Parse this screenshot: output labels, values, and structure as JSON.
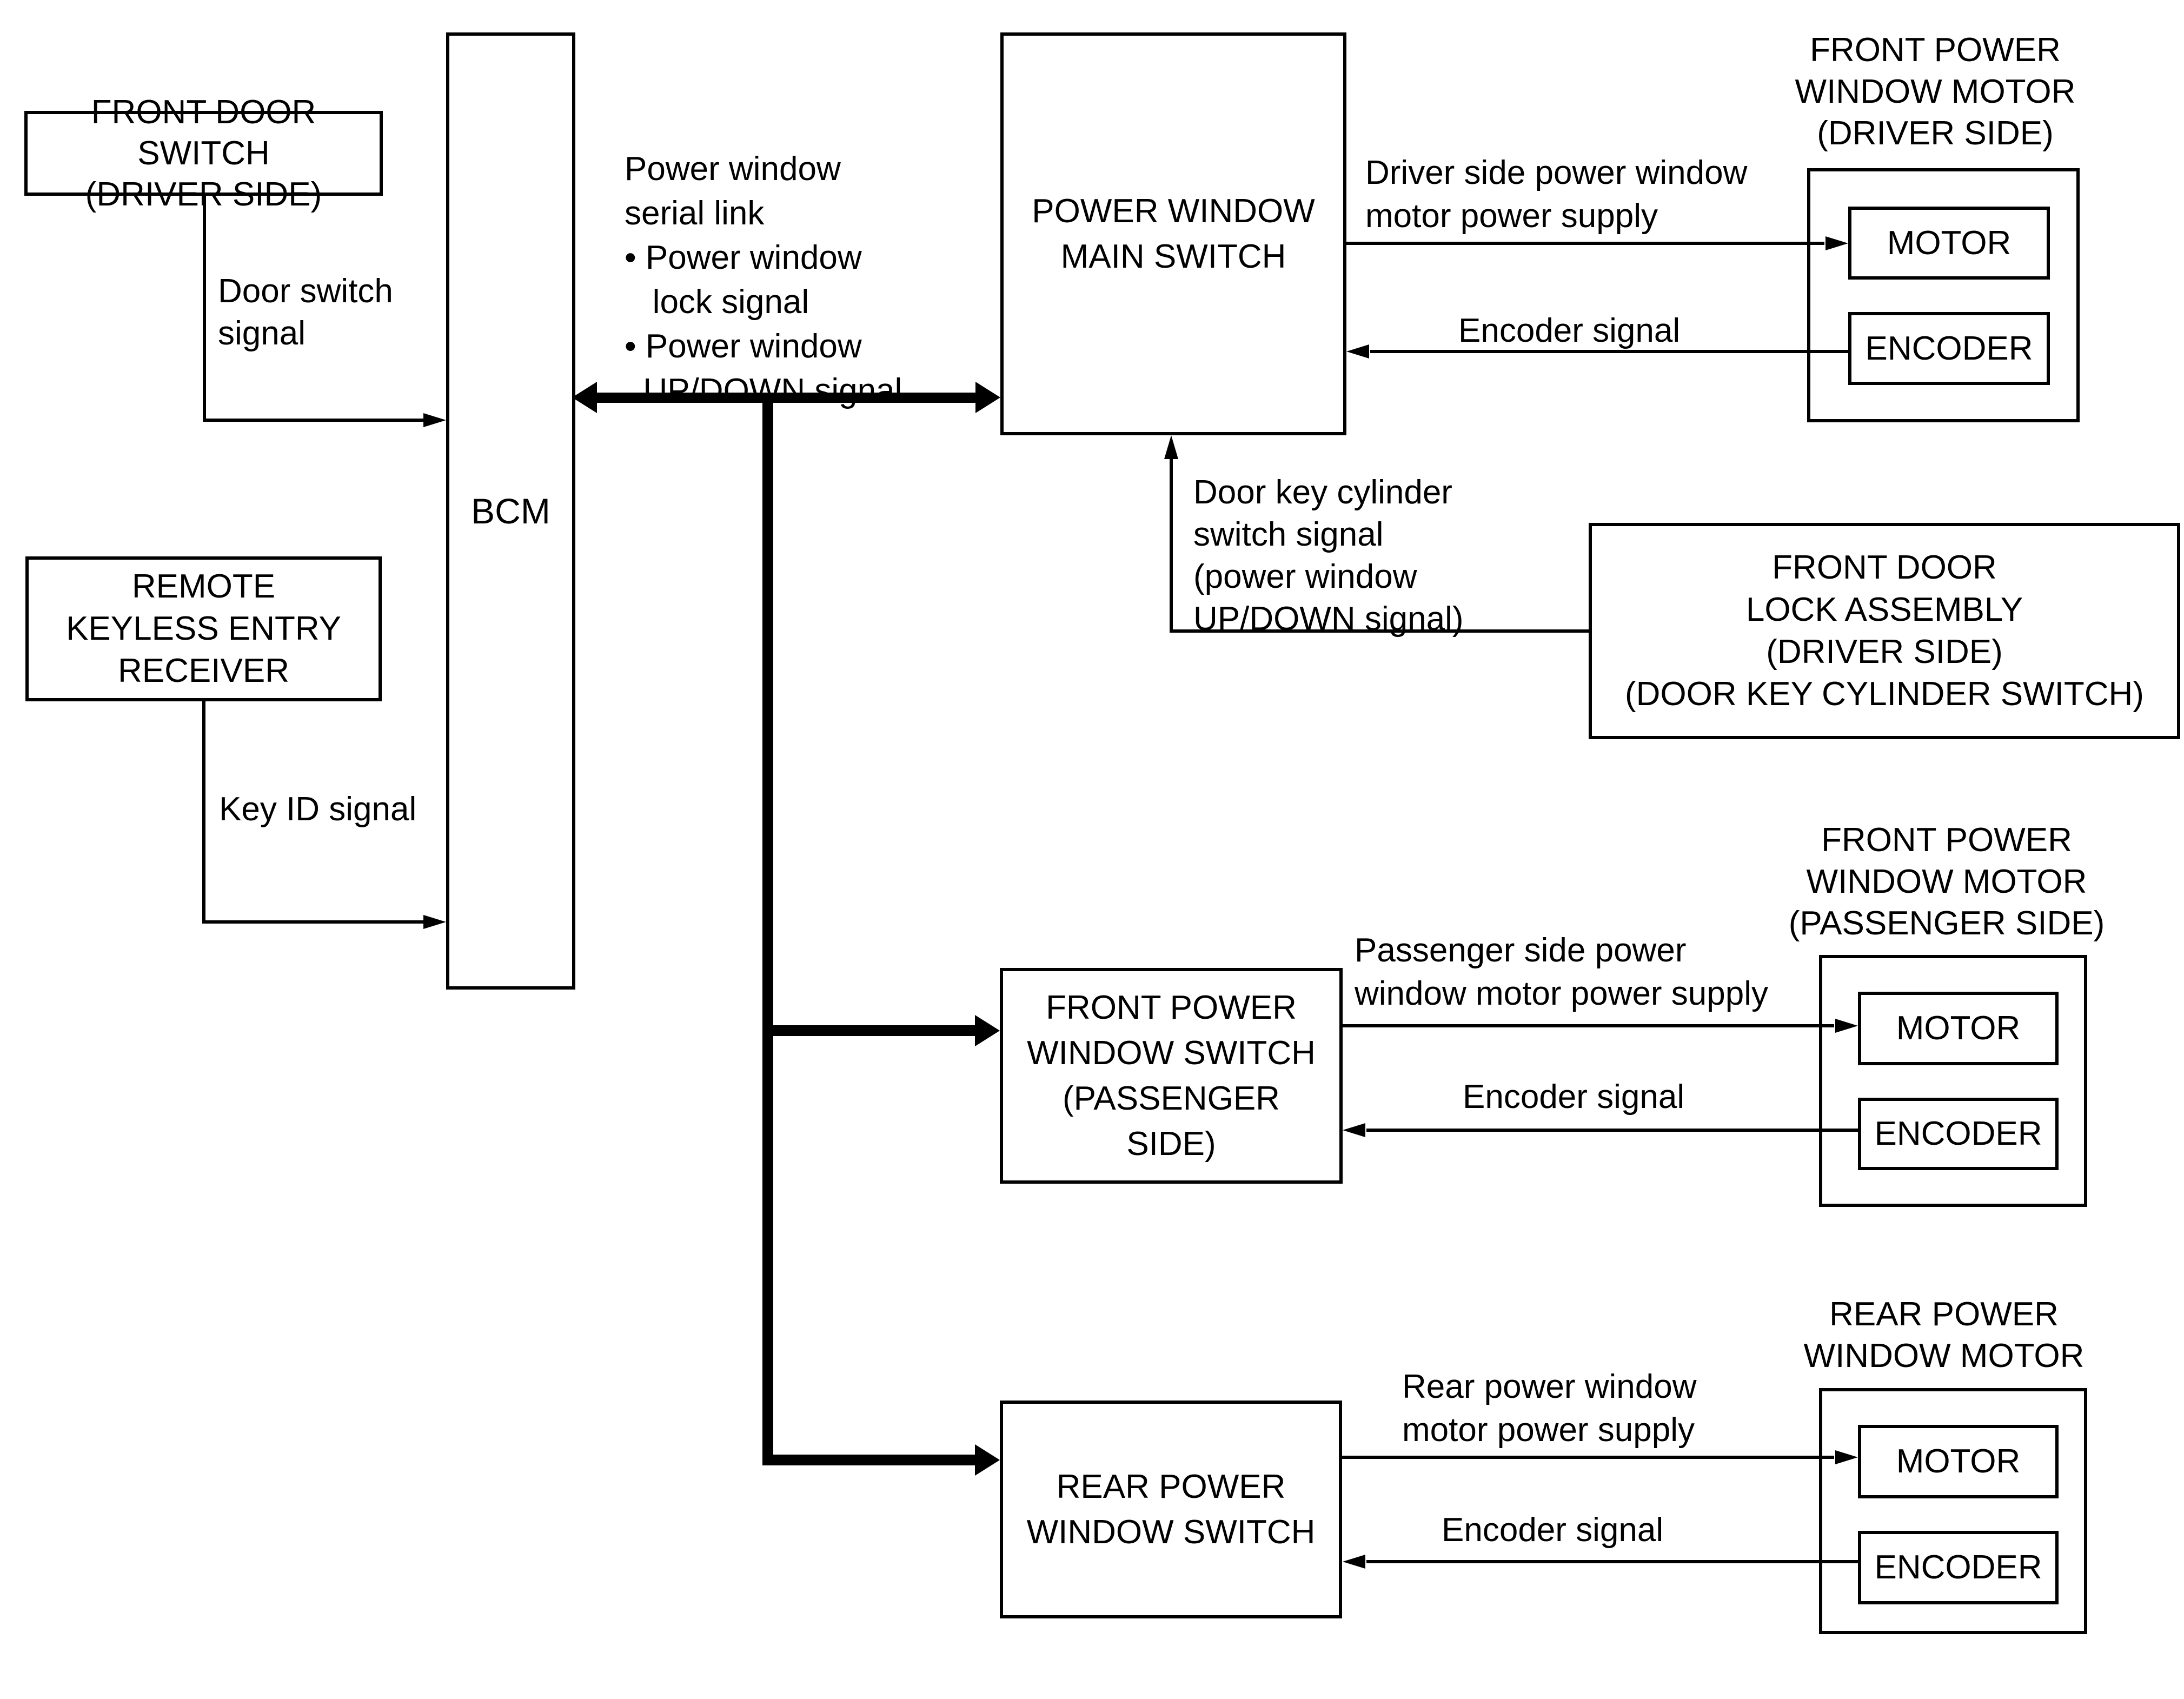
{
  "colors": {
    "ink": "#000000",
    "paper": "#ffffff"
  },
  "boxes": {
    "front_door_switch": "FRONT DOOR SWITCH\n(DRIVER SIDE)",
    "remote_keyless_receiver": "REMOTE\nKEYLESS ENTRY\nRECEIVER",
    "bcm": "BCM",
    "power_window_main_switch": "POWER WINDOW\nMAIN SWITCH",
    "front_door_lock_assembly": "FRONT DOOR\nLOCK ASSEMBLY\n(DRIVER SIDE)\n(DOOR KEY CYLINDER SWITCH)",
    "front_power_window_switch_passenger": "FRONT POWER\nWINDOW SWITCH\n(PASSENGER\nSIDE)",
    "rear_power_window_switch": "REAR POWER\nWINDOW SWITCH"
  },
  "motor_units": {
    "driver": {
      "title": "FRONT POWER\nWINDOW MOTOR\n(DRIVER SIDE)",
      "motor": "MOTOR",
      "encoder": "ENCODER"
    },
    "passenger": {
      "title": "FRONT POWER\nWINDOW MOTOR\n(PASSENGER SIDE)",
      "motor": "MOTOR",
      "encoder": "ENCODER"
    },
    "rear": {
      "title": "REAR POWER\nWINDOW MOTOR",
      "motor": "MOTOR",
      "encoder": "ENCODER"
    }
  },
  "signals": {
    "door_switch": "Door switch\nsignal",
    "key_id": "Key ID signal",
    "serial_link": "Power window\nserial link\n• Power window\n   lock signal\n• Power window\n  UP/DOWN signal",
    "door_key_cylinder": "Door key cylinder\nswitch signal\n(power window\nUP/DOWN signal)",
    "driver_supply": "Driver side power window\nmotor power supply",
    "driver_encoder": "Encoder signal",
    "passenger_supply": "Passenger side power\nwindow motor power supply",
    "passenger_encoder": "Encoder signal",
    "rear_supply": "Rear power window\nmotor power supply",
    "rear_encoder": "Encoder signal"
  }
}
